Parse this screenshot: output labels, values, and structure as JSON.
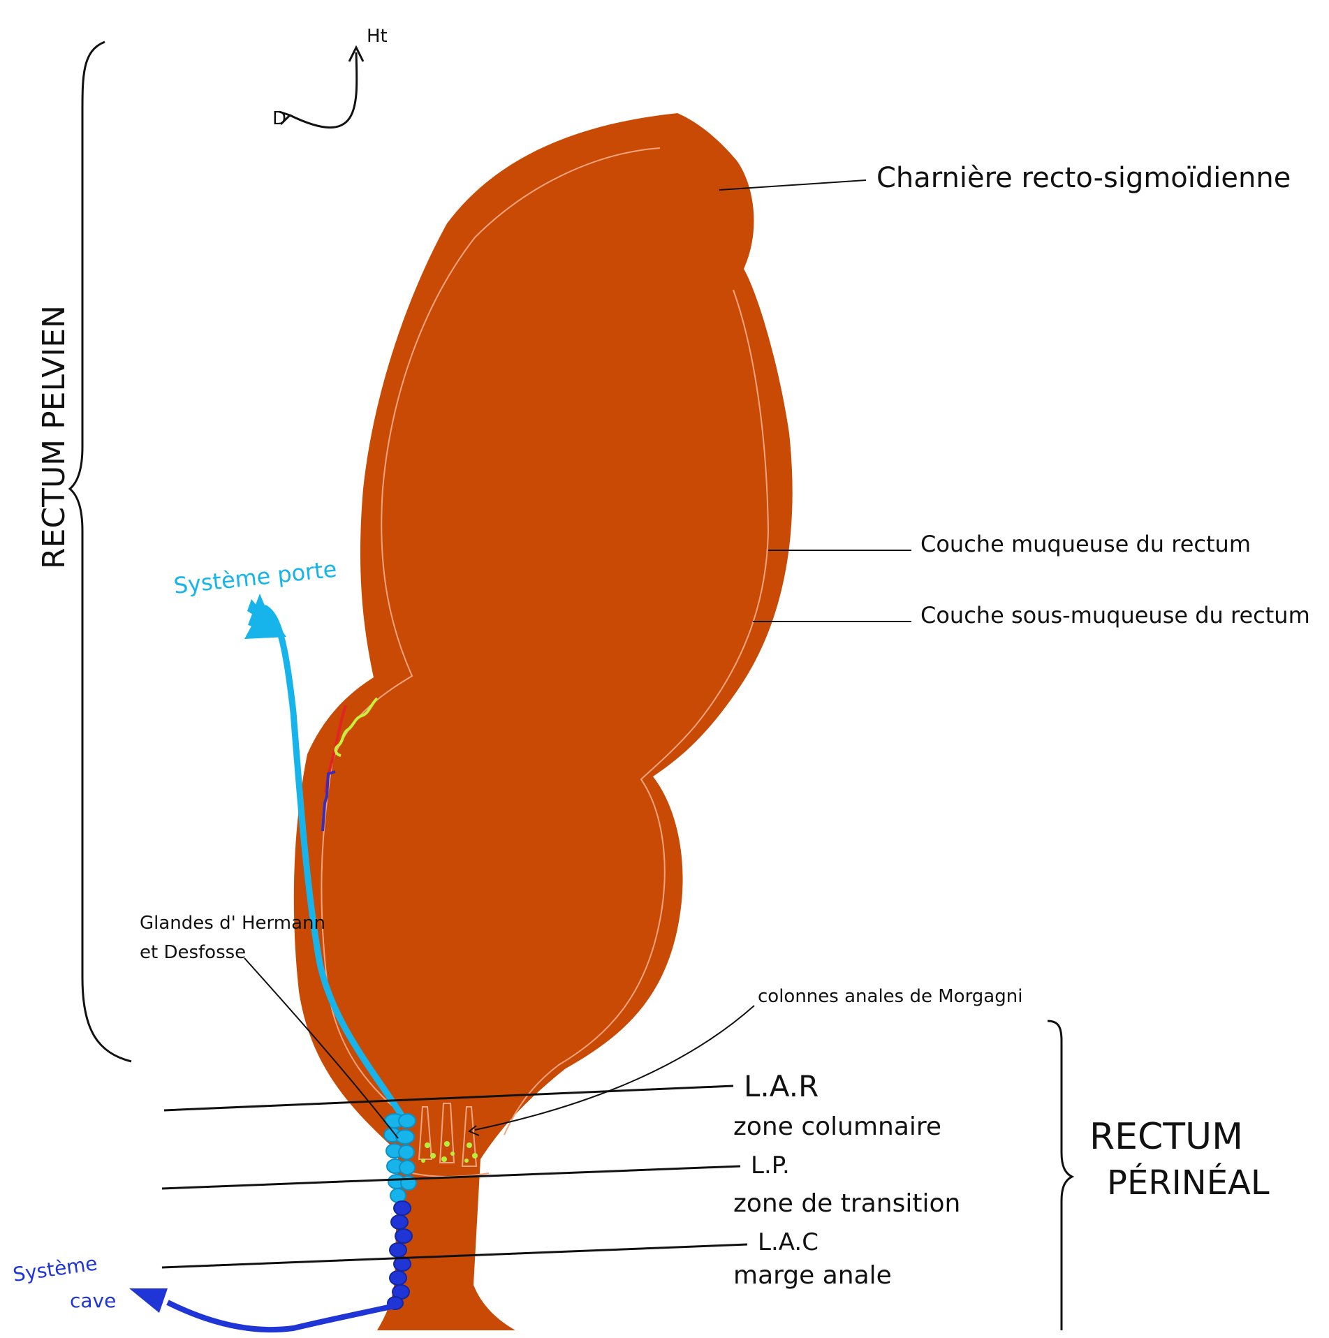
{
  "orientation": {
    "up_label": "Ht",
    "right_label": "D"
  },
  "labels": {
    "rectum_pelvien": "RECTUM PELVIEN",
    "rectum_perineal_line1": "RECTUM",
    "rectum_perineal_line2": "PÉRINÉAL",
    "charniere": "Charnière recto-sigmoïdienne",
    "couche_muqueuse": "Couche muqueuse du rectum",
    "couche_sous_muqueuse": "Couche sous-muqueuse du rectum",
    "systeme_porte": "Système porte",
    "glandes_line1": "Glandes d' Hermann",
    "glandes_line2": "et Desfosse",
    "colonnes": "colonnes anales de Morgagni",
    "lar": "L.A.R",
    "zone_columnaire": "zone columnaire",
    "lp": "L.P.",
    "zone_transition": "zone de transition",
    "lac": "L.A.C",
    "marge_anale": "marge anale",
    "systeme_cave_line1": "Système",
    "systeme_cave_line2": "cave"
  },
  "colors": {
    "rectum_fill": "#c94a05",
    "mucosa_line": "#f2a480",
    "systeme_porte": "#16b4ea",
    "systeme_cave": "#1f35d6",
    "vessel_red": "#e22424",
    "vessel_green": "#c6f03a",
    "vessel_purple": "#3a2db8",
    "gland_dots": "#b7f03c",
    "ink": "#111111"
  }
}
